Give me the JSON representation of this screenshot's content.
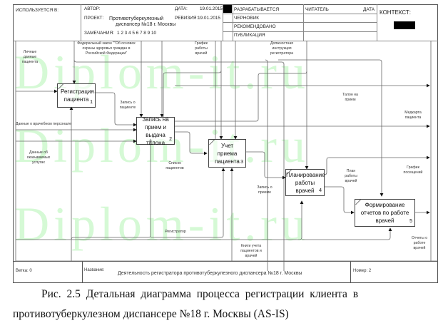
{
  "header": {
    "used_in_label": "ИСПОЛЬЗУЕТСЯ В:",
    "author_label": "АВТОР:",
    "project_label": "ПРОЕКТ:",
    "project_value_line1": "Противотуберкулезный",
    "project_value_line2": "диспансер №18 г. Москвы",
    "notes_label": "ЗАМЕЧАНИЯ:",
    "notes_values": "1  2  3  4  5  6  7  8  9  10",
    "date_label": "ДАТА:",
    "date_value": "19.01.2015",
    "revision_label": "РЕВИЗИЯ:",
    "revision_value": "19.01.2015",
    "status_items": [
      "РАЗРАБАТЫВАЕТСЯ",
      "ЧЕРНОВИК",
      "РЕКОМЕНДОВАНО",
      "ПУБЛИКАЦИЯ"
    ],
    "reader_label": "ЧИТАТЕЛЬ",
    "reader_date_label": "ДАТА",
    "context_label": "КОНТЕКСТ:"
  },
  "watermark": {
    "text": "Diplom-it.ru",
    "color": "#c8f7c8"
  },
  "activities": [
    {
      "id": 1,
      "label": "Регистрация пациента",
      "number": "1"
    },
    {
      "id": 2,
      "label": "Запись на прием и выдача талона",
      "number": "2"
    },
    {
      "id": 3,
      "label": "Учет приема пациента",
      "number": "3"
    },
    {
      "id": 4,
      "label": "Планирование работы врачей",
      "number": "4"
    },
    {
      "id": 5,
      "label": "Формирование отчетов по работе врачей",
      "number": "5"
    }
  ],
  "arrows": {
    "inputs": {
      "personal_data": "Личные данные пациента",
      "doctor_staff_data": "Данные о врачебном персонале",
      "services_data": "Данные об оказываемых услугах"
    },
    "controls": {
      "federal_law": "Федеральный закон \"\"Об основах охраны здоровья граждан в Российской Федерации\"",
      "doctor_schedule": "График работы врачей",
      "job_instruction": "Должностная инструкция регистратора"
    },
    "mechanisms": {
      "registrar": "Регистратор",
      "books": "Книги учета пациентов и врачей"
    },
    "internal": {
      "patient_record": "Запись о пациенте",
      "patient_list": "Список пациентов",
      "appointment_record": "Запись о приеме",
      "work_plan": "План работы врачей"
    },
    "outputs": {
      "ticket": "Талон на прием",
      "medical_card": "Медкарта пациента",
      "visit_schedule": "График посещений",
      "doctor_reports": "Отчеты о работе врачей"
    }
  },
  "footer": {
    "node_label": "Ветка:",
    "node_value": "0",
    "title_label": "Название:",
    "title_value": "Деятельность регистратора противотуберкулезного диспансера №18 г. Москвы",
    "number_label": "Номер:",
    "number_value": "2"
  },
  "caption": {
    "line1": "Рис. 2.5 Детальная диаграмма процесса регистрации клиента в",
    "line2": "противотуберкулезном диспансере №18 г. Москвы   (AS-IS)"
  }
}
